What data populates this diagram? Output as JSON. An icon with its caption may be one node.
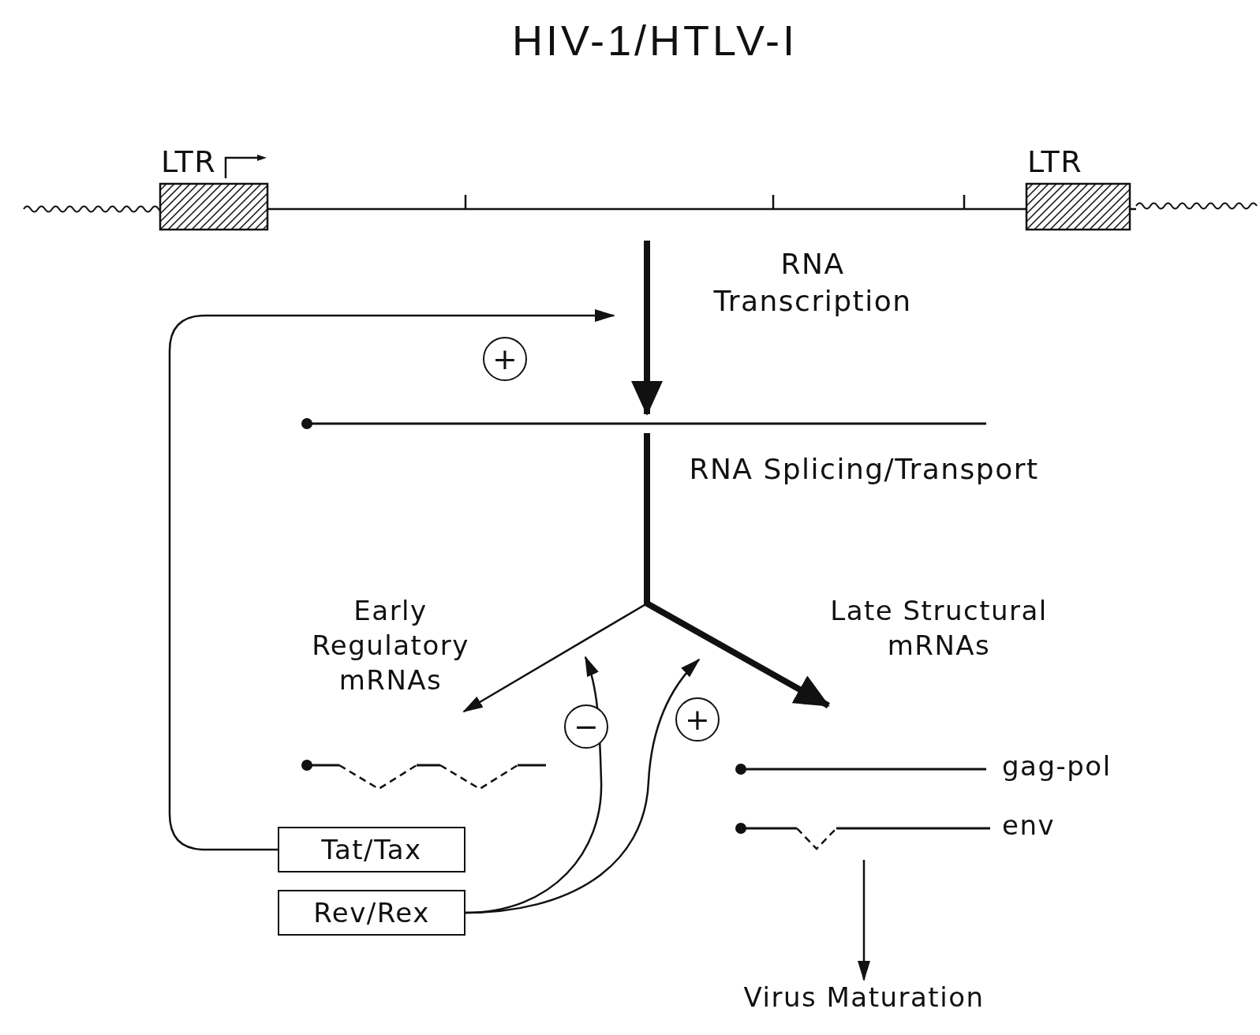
{
  "diagram": {
    "title": "HIV-1/HTLV-I",
    "nodes": [
      {
        "text": [],
        "shape": "bar"
      },
      {
        "text": [
          "LTR"
        ]
      },
      {
        "text": [
          "LTR"
        ]
      },
      {
        "text": [],
        "shape": "bar"
      },
      {
        "text": [
          "Early Regulatory mRNAs"
        ]
      },
      {
        "text": [
          "Late Structural mRNAs"
        ]
      },
      {
        "text": [
          "gag-pol"
        ]
      },
      {
        "text": [
          "env"
        ]
      },
      {
        "text": [
          "Tat/Tax"
        ]
      },
      {
        "text": [
          "Rev/Rex"
        ]
      },
      {
        "text": [
          "Virus Maturation"
        ]
      }
    ],
    "edges": [
      {
        "from": 0,
        "to": 3,
        "arrow": "to",
        "label": "RNA Transcription",
        "style": "thick"
      },
      {
        "from": 3,
        "to": 4,
        "arrow": "to",
        "label": "RNA Splicing/Transport"
      },
      {
        "from": 3,
        "to": 5,
        "arrow": "to",
        "style": "thick"
      },
      {
        "from": 8,
        "to": null,
        "arrow": "to",
        "label": "+"
      },
      {
        "from": 9,
        "to": null,
        "arrow": "to",
        "label": "−"
      },
      {
        "from": 9,
        "to": null,
        "arrow": "to",
        "label": "+"
      },
      {
        "from": 7,
        "to": 10,
        "arrow": "to"
      }
    ]
  }
}
